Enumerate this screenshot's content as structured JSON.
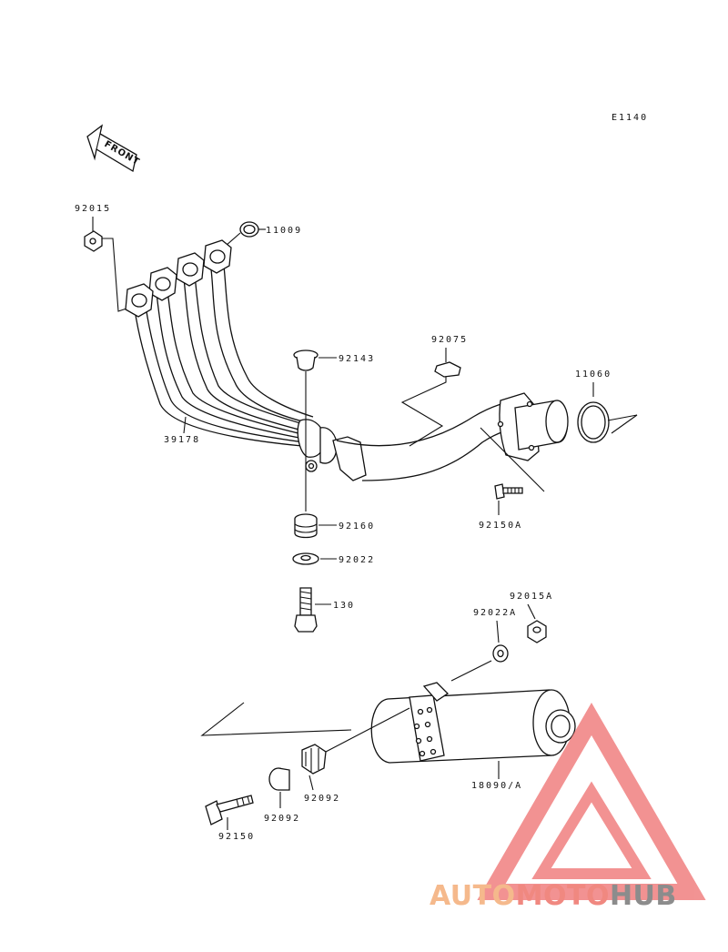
{
  "diagram": {
    "code": "E1140",
    "front_label": "FRONT",
    "labels": {
      "p92015": "92015",
      "p11009": "11009",
      "p92143": "92143",
      "p92075": "92075",
      "p11060": "11060",
      "p39178": "39178",
      "p92150a": "92150A",
      "p92160": "92160",
      "p92022": "92022",
      "p130": "130",
      "p92015a": "92015A",
      "p92022a": "92022A",
      "p18090a": "18090/A",
      "p92092a": "92092",
      "p92092b": "92092",
      "p92150": "92150"
    }
  },
  "watermark": {
    "part1": "AUTO",
    "part2": "MOTO",
    "part3": "HUB",
    "colors": {
      "auto": "#f5b98c",
      "moto": "#f08880",
      "hub": "#8c8c8c",
      "triangle": "#f08080"
    }
  }
}
